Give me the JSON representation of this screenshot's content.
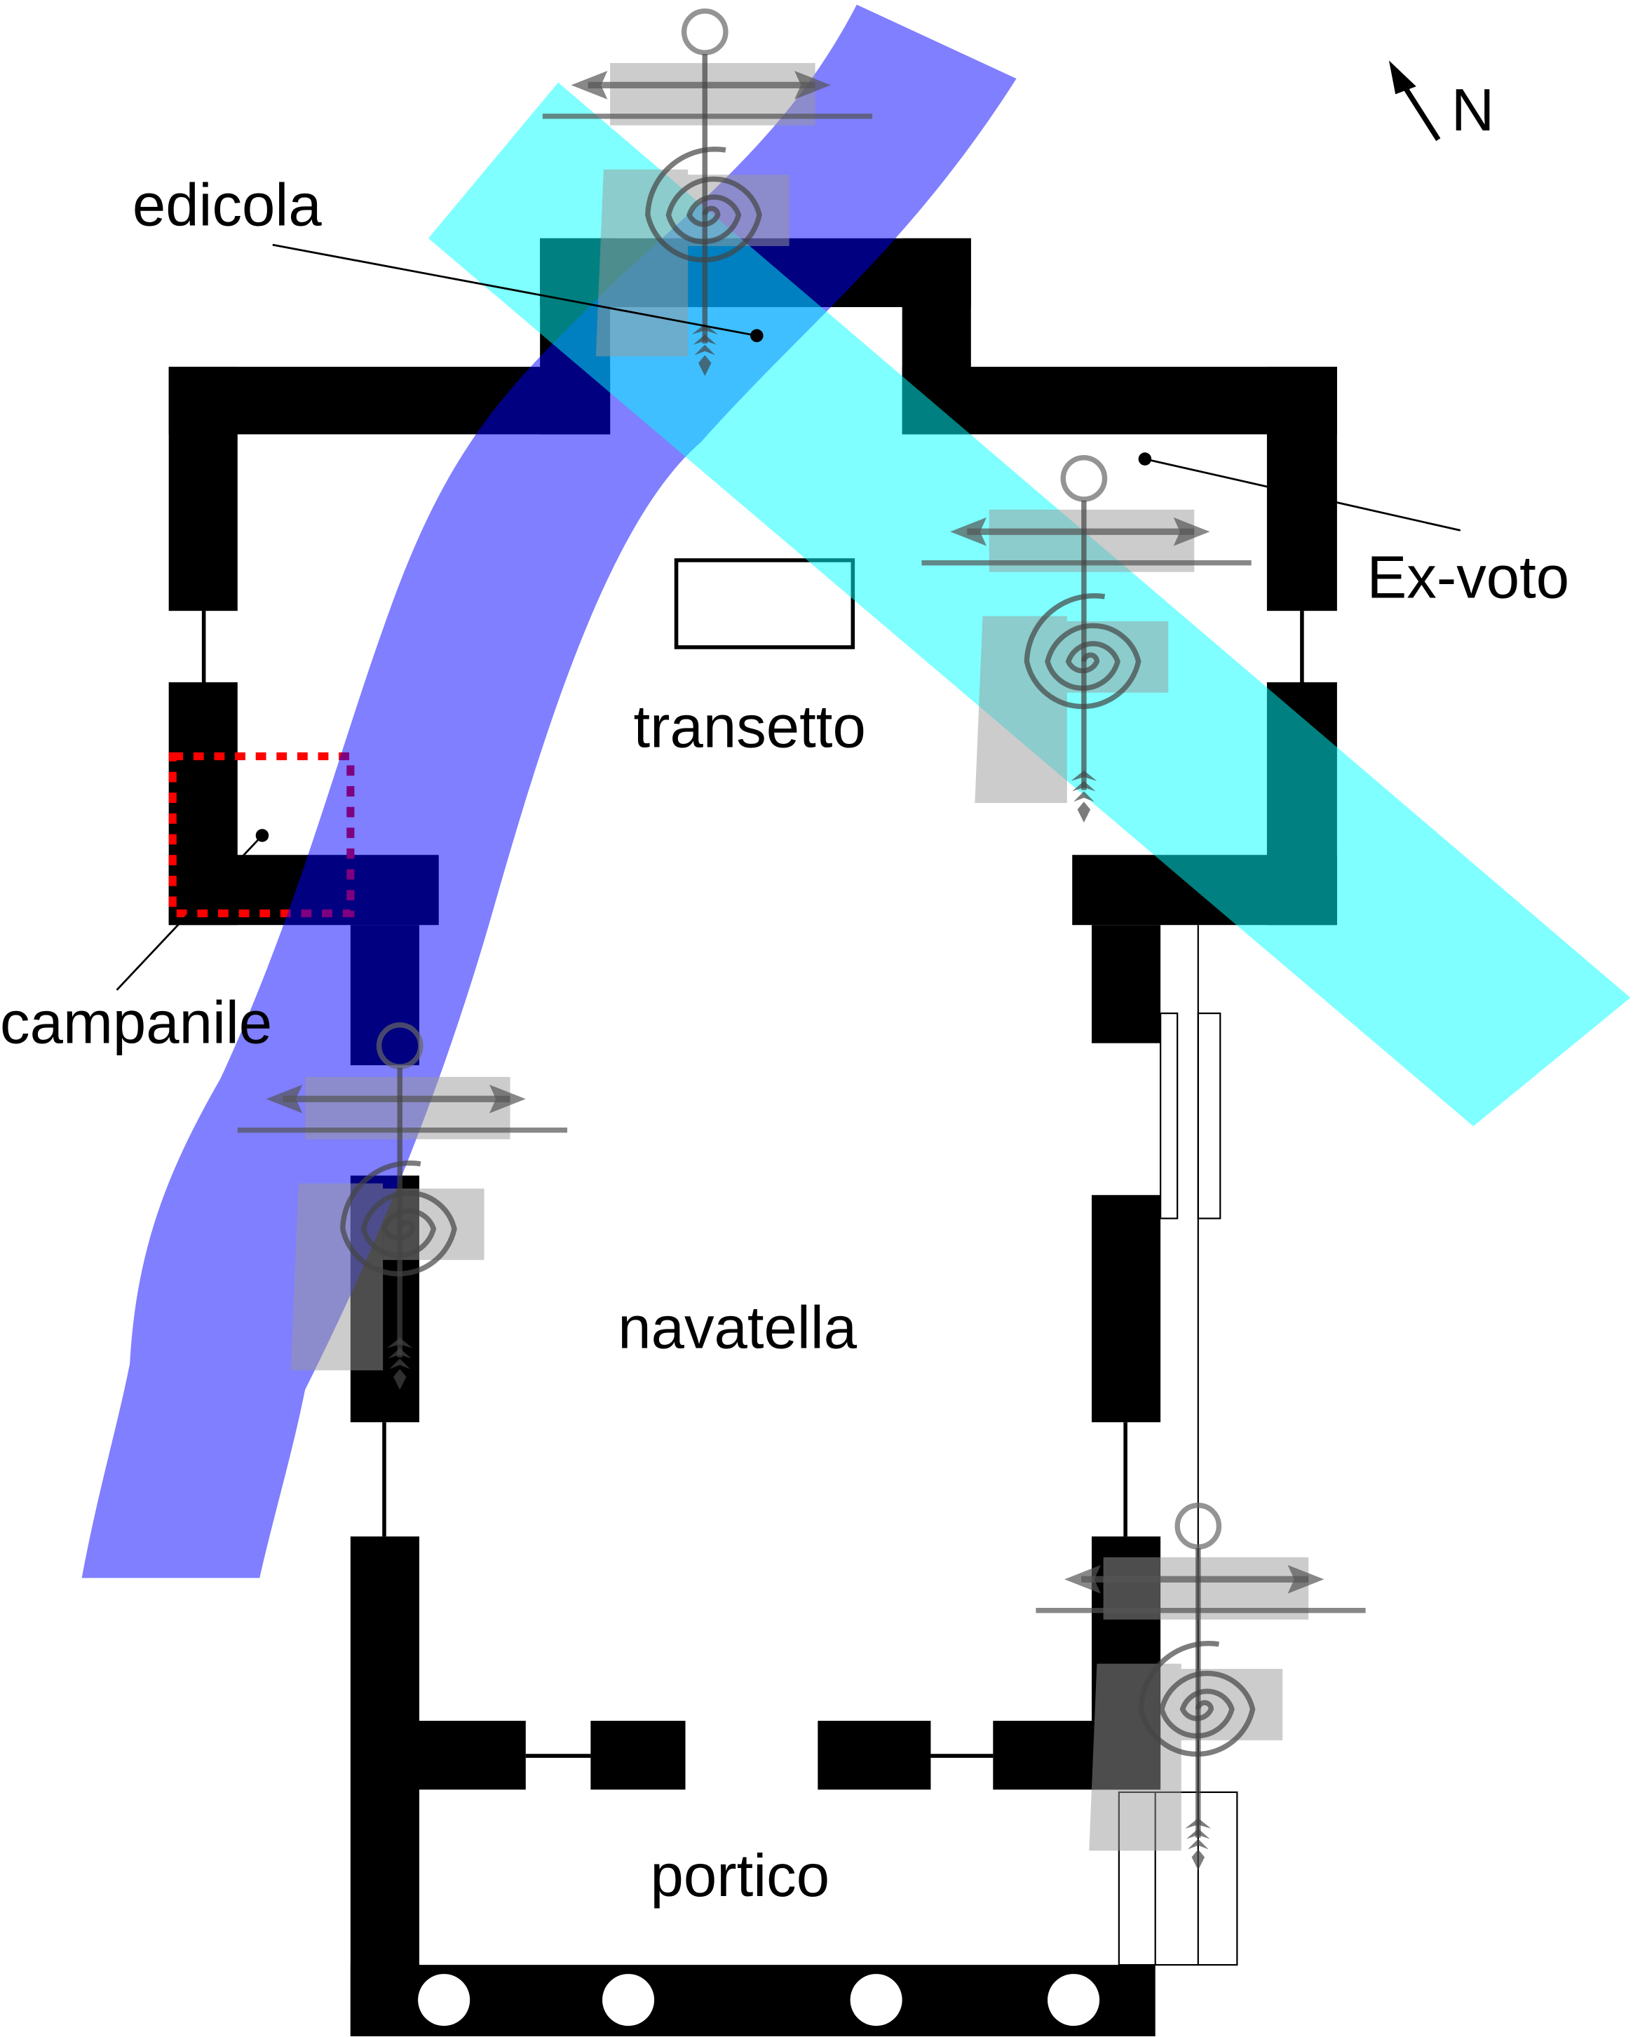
{
  "labels": {
    "edicola": "edicola",
    "ex_voto": "Ex-voto",
    "transetto": "transetto",
    "navatella": "navatella",
    "campanile": "campanile",
    "portico": "portico",
    "north": "N"
  },
  "colors": {
    "band_blue": "#0000ff",
    "band_cyan": "#00ffff",
    "campanile_outline": "#ff0000",
    "symbol_gray": "#666666"
  }
}
